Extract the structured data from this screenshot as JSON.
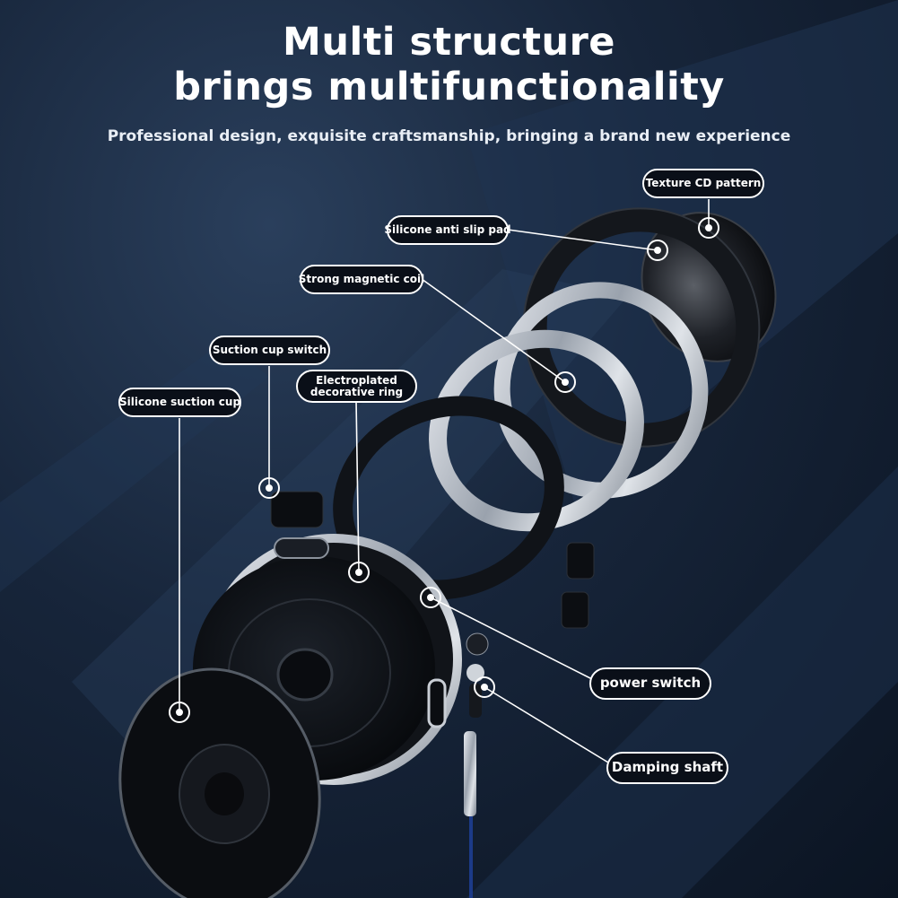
{
  "header": {
    "title_line1": "Multi structure",
    "title_line2": "brings multifunctionality",
    "subtitle": "Professional design, exquisite craftsmanship, bringing a brand new experience"
  },
  "labels": {
    "texture_cd_pattern": "Texture CD pattern",
    "silicone_anti_slip_pad": "Silicone anti slip pad",
    "strong_magnetic_coil": "Strong magnetic coil",
    "suction_cup_switch": "Suction cup switch",
    "electroplated_ring_line1": "Electroplated",
    "electroplated_ring_line2": "decorative ring",
    "silicone_suction_cup": "Silicone suction cup",
    "power_switch": "power switch",
    "damping_shaft": "Damping shaft"
  }
}
